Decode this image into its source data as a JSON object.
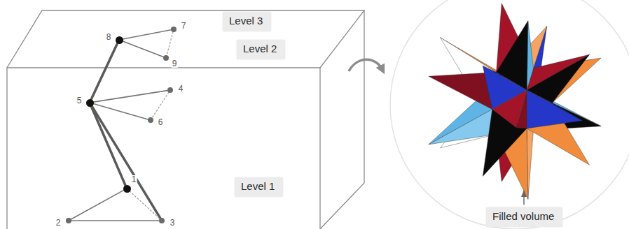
{
  "diagram": {
    "nodes": [
      {
        "text": [
          "Level 3"
        ]
      },
      {
        "text": [
          "7"
        ]
      },
      {
        "text": [
          "8"
        ]
      },
      {
        "text": [
          "9"
        ]
      },
      {
        "text": [
          "Level 2"
        ]
      },
      {
        "text": [
          "4"
        ]
      },
      {
        "text": [
          "5"
        ]
      },
      {
        "text": [
          "6"
        ]
      },
      {
        "text": [
          "Level 1"
        ]
      },
      {
        "text": [
          "1"
        ]
      },
      {
        "text": [
          "2"
        ]
      },
      {
        "text": [
          "3"
        ]
      },
      {
        "text": [
          "Filled volume"
        ]
      }
    ],
    "edges": [
      {
        "from": 2,
        "to": 1,
        "arrow": "none"
      },
      {
        "from": 2,
        "to": 3,
        "arrow": "none"
      },
      {
        "from": 1,
        "to": 3,
        "arrow": "none"
      },
      {
        "from": 6,
        "to": 2,
        "arrow": "none"
      },
      {
        "from": 6,
        "to": 5,
        "arrow": "none"
      },
      {
        "from": 6,
        "to": 7,
        "arrow": "none"
      },
      {
        "from": 5,
        "to": 7,
        "arrow": "none"
      },
      {
        "from": 9,
        "to": 6,
        "arrow": "none"
      },
      {
        "from": 11,
        "to": 6,
        "arrow": "none"
      },
      {
        "from": 9,
        "to": 10,
        "arrow": "none"
      },
      {
        "from": 10,
        "to": 11,
        "arrow": "none"
      },
      {
        "from": 9,
        "to": 11,
        "arrow": "none"
      }
    ]
  }
}
